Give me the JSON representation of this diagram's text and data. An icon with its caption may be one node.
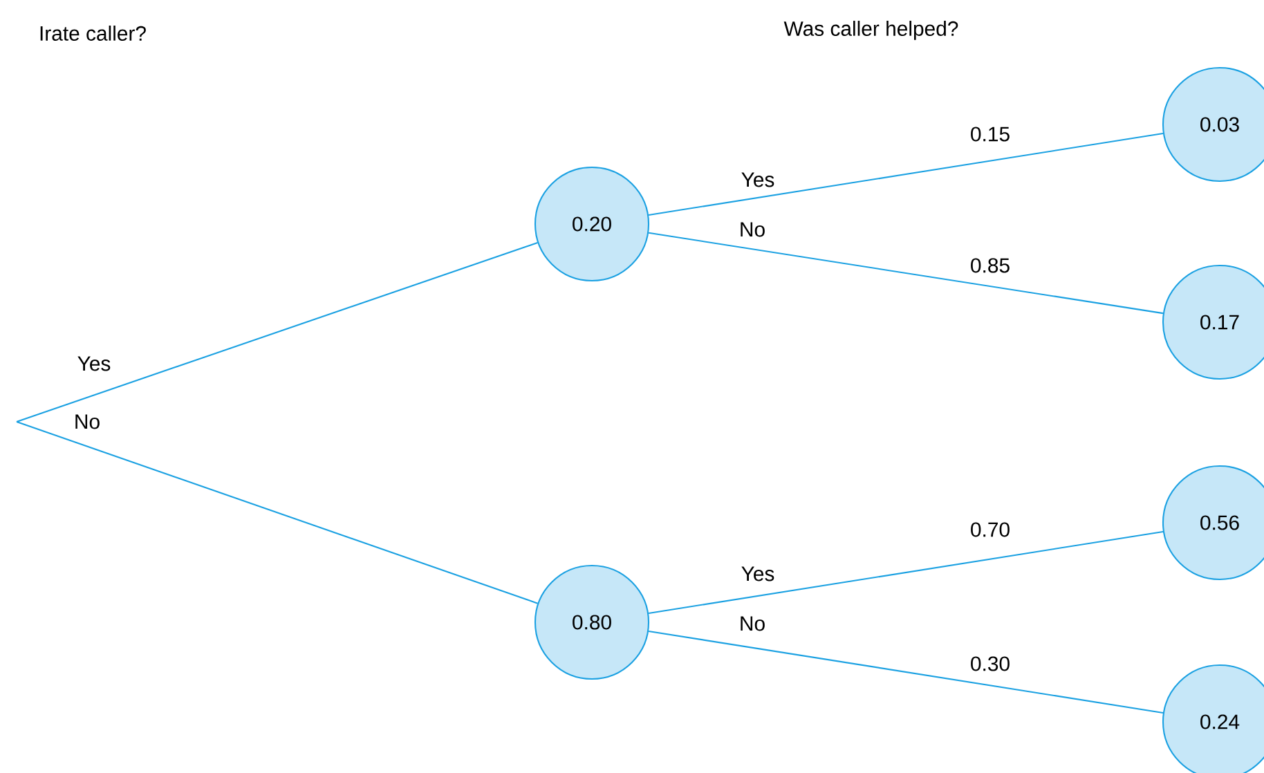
{
  "diagram": {
    "nodes": [
      {
        "text": [
          "0.20"
        ]
      },
      {
        "text": [
          "0.80"
        ]
      },
      {
        "text": [
          "0.03"
        ]
      },
      {
        "text": [
          "0.17"
        ]
      },
      {
        "text": [
          "0.56"
        ]
      },
      {
        "text": [
          "0.24"
        ]
      }
    ],
    "edges": [
      {
        "from": null,
        "to": 0,
        "arrow": "none",
        "label": "Yes"
      },
      {
        "from": null,
        "to": 1,
        "arrow": "none",
        "label": "No"
      },
      {
        "from": 0,
        "to": 2,
        "arrow": "none",
        "label": "0.15"
      },
      {
        "from": 0,
        "to": 3,
        "arrow": "none",
        "label": "0.85"
      },
      {
        "from": 1,
        "to": 4,
        "arrow": "none",
        "label": "0.70"
      },
      {
        "from": 1,
        "to": 5,
        "arrow": "none",
        "label": "0.30"
      }
    ],
    "labels": [
      "Irate caller?",
      "Was caller helped?",
      "Yes",
      "No",
      "Yes",
      "No"
    ]
  }
}
